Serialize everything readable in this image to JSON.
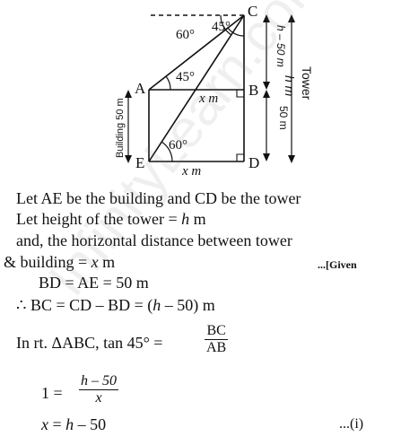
{
  "diagram": {
    "points": {
      "A": "A",
      "B": "B",
      "C": "C",
      "D": "D",
      "E": "E"
    },
    "angles": {
      "top_left": "60°",
      "top_right": "45°",
      "at_A": "45°",
      "at_E": "60°"
    },
    "labels": {
      "xm_mid": "x m",
      "xm_bottom": "x m",
      "building": "Building 50 m",
      "bd_height": "50 m",
      "bc_height": "h – 50 m",
      "tower": "Tower",
      "tower_h": "h m"
    }
  },
  "text": {
    "line1": "Let AE be the building and CD be the tower",
    "line2_pre": "Let height of the tower = ",
    "line2_var": "h",
    "line2_post": " m",
    "line3": "and, the horizontal distance between tower",
    "line4_pre": "& building = ",
    "line4_var": "x",
    "line4_post": " m",
    "line4_ref": "...[Given",
    "line5": "BD = AE = 50 m",
    "line6_pre": "∴  BC = CD – BD = (",
    "line6_var": "h",
    "line6_post": " – 50) m",
    "line7_pre": "In rt. ΔABC, tan 45° = ",
    "line7_num": "BC",
    "line7_den": "AB",
    "line8_pre": "1 = ",
    "line8_num": "h – 50",
    "line8_den": "x",
    "line9_var": "x",
    "line9_mid": " = ",
    "line9_var2": "h",
    "line9_post": " – 50",
    "line9_ref": "...(i)"
  },
  "watermark": "InfinityLearn.com"
}
